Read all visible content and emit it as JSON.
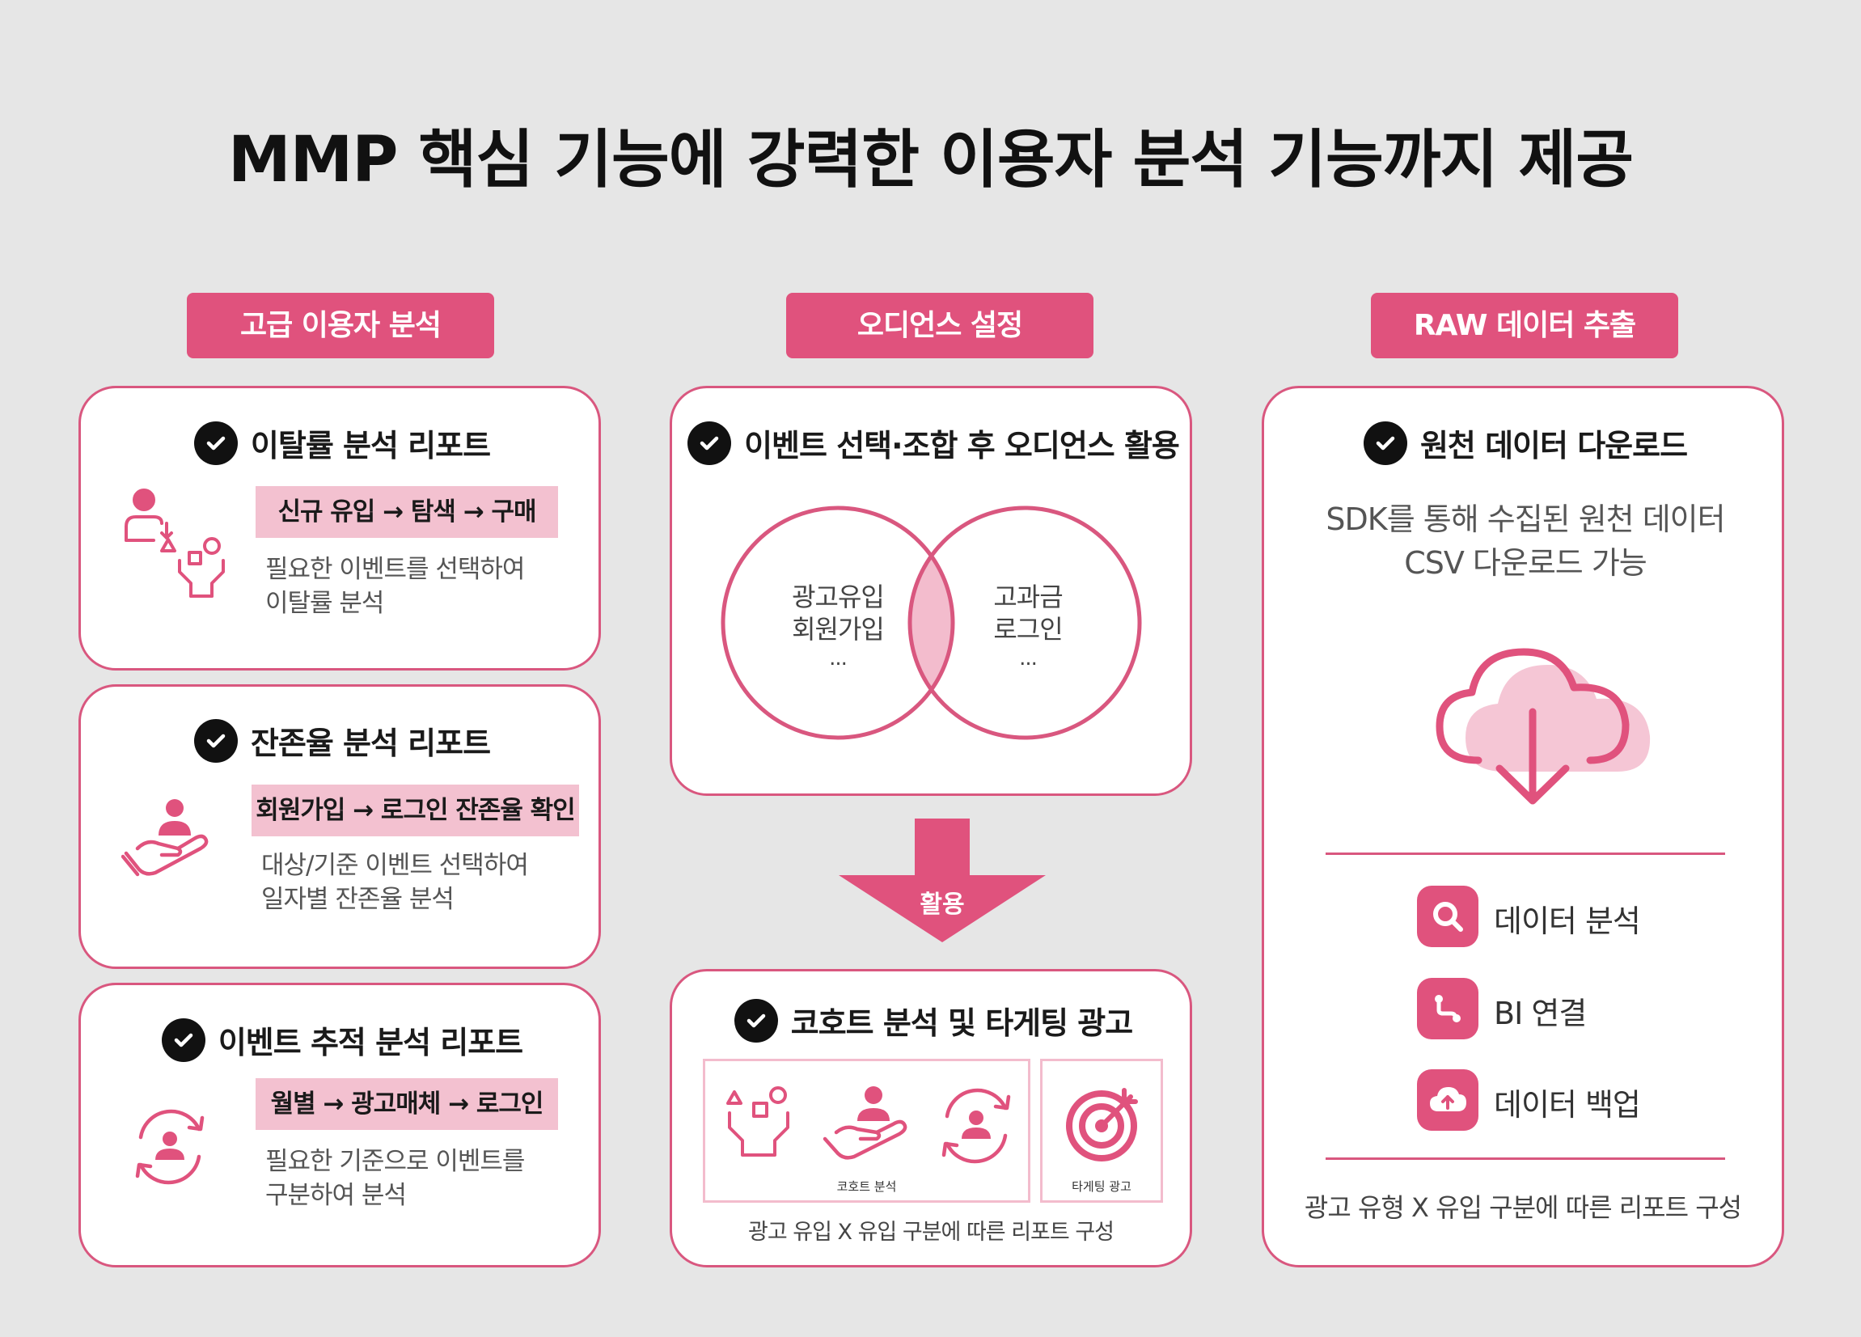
{
  "title": "MMP 핵심 기능에 강력한 이용자 분석 기능까지 제공",
  "colors": {
    "accent": "#e0527d",
    "accent_light": "#f3c1d0",
    "card_border": "#d9577f",
    "background": "#e6e6e6"
  },
  "left": {
    "header": "고급 이용자 분석",
    "cards": [
      {
        "title": "이탈률 분석 리포트",
        "flow": "신규 유입 → 탐색 → 구매",
        "desc1": "필요한 이벤트를 선택하여",
        "desc2": "이탈률 분석",
        "icon": "user-funnel-icon"
      },
      {
        "title": "잔존율 분석 리포트",
        "flow": "회원가입 → 로그인 잔존율 확인",
        "desc1": "대상/기준 이벤트 선택하여",
        "desc2": "일자별 잔존율 분석",
        "icon": "hand-user-icon"
      },
      {
        "title": "이벤트 추적 분석 리포트",
        "flow": "월별 → 광고매체 → 로그인",
        "desc1": "필요한 기준으로 이벤트를",
        "desc2": "구분하여 분석",
        "icon": "cycle-user-icon"
      }
    ]
  },
  "middle": {
    "header": "오디언스 설정",
    "audience": {
      "title": "이벤트 선택·조합 후 오디언스 활용",
      "left_items": [
        "광고유입",
        "회원가입",
        "..."
      ],
      "right_items": [
        "고과금",
        "로그인",
        "..."
      ]
    },
    "arrow_label": "활용",
    "cohort": {
      "title": "코호트 분석 및 타게팅 광고",
      "cohort_label": "코호트 분석",
      "target_label": "타게팅 광고",
      "footer": "광고 유입 X 유입 구분에 따른 리포트 구성"
    }
  },
  "right": {
    "header": "RAW 데이터 추출",
    "title": "원천 데이터 다운로드",
    "desc1": "SDK를 통해 수집된 원천 데이터",
    "desc2": "CSV 다운로드 가능",
    "features": [
      {
        "label": "데이터 분석",
        "icon": "search-icon"
      },
      {
        "label": "BI 연결",
        "icon": "route-icon"
      },
      {
        "label": "데이터 백업",
        "icon": "cloud-upload-icon"
      }
    ],
    "footer": "광고 유형 X 유입 구분에 따른 리포트 구성"
  }
}
